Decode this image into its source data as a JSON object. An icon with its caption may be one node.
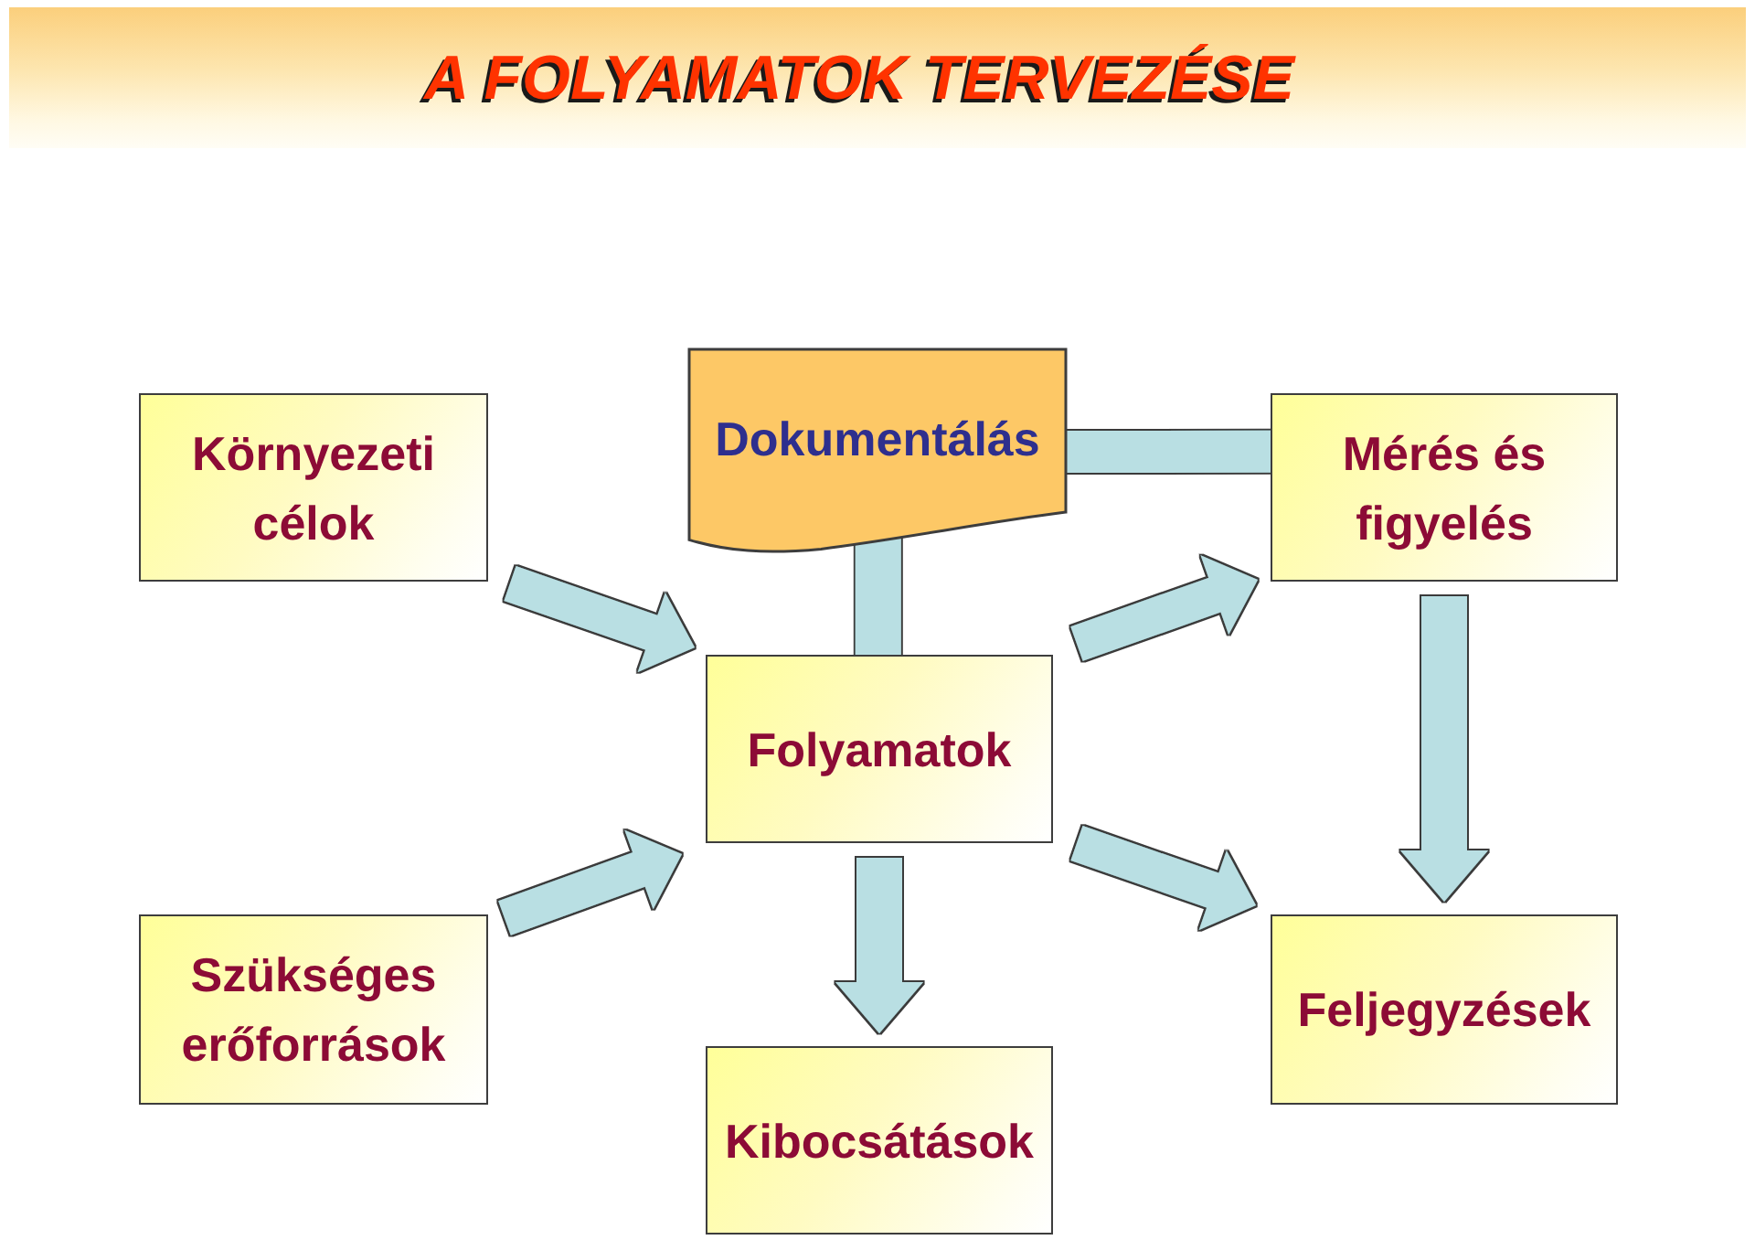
{
  "diagram": {
    "title": "A FOLYAMATOK TERVEZÉSE",
    "nodes": [
      {
        "text": [
          "Környezeti célok"
        ]
      },
      {
        "text": [
          "Dokumentálás"
        ]
      },
      {
        "text": [
          "Mérés és figyelés"
        ]
      },
      {
        "text": [
          "Folyamatok"
        ]
      },
      {
        "text": [
          "Szükséges erőforrások"
        ]
      },
      {
        "text": [
          "Kibocsátások"
        ]
      },
      {
        "text": [
          "Feljegyzések"
        ]
      }
    ],
    "edges": [
      {
        "from": 1,
        "to": 2,
        "arrow": "none"
      },
      {
        "from": 1,
        "to": 3,
        "arrow": "none"
      },
      {
        "from": 0,
        "to": 3,
        "arrow": "to"
      },
      {
        "from": 3,
        "to": 2,
        "arrow": "to"
      },
      {
        "from": 2,
        "to": 6,
        "arrow": "to"
      },
      {
        "from": 4,
        "to": 3,
        "arrow": "to"
      },
      {
        "from": 3,
        "to": 6,
        "arrow": "to"
      },
      {
        "from": 3,
        "to": 5,
        "arrow": "to"
      }
    ]
  }
}
